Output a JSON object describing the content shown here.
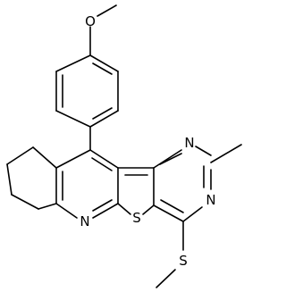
{
  "atoms": {
    "o_methoxy": "O",
    "n_pyrimidine_top": "N",
    "n_pyrimidine_bottom": "N",
    "n_pyridine": "N",
    "s_thiophene": "S",
    "s_methylthio": "S"
  },
  "colors": {
    "bond": "#000000",
    "label": "#000000",
    "background": "#ffffff"
  }
}
